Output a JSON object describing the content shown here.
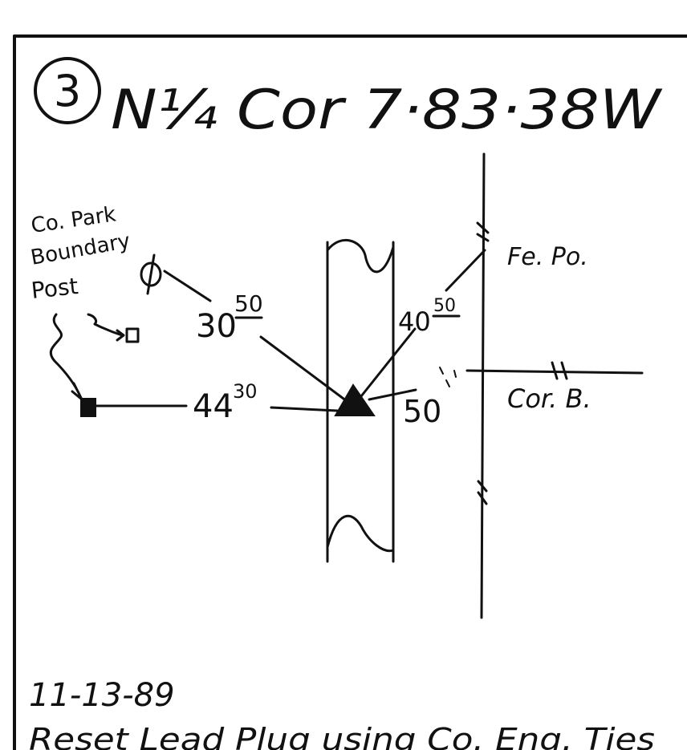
{
  "header": {
    "number": "3",
    "title": "N¼ Cor 7·83·38W"
  },
  "labels": {
    "post": [
      "Co. Park",
      "Boundary",
      "Post"
    ],
    "fence_post": "Fe. Po.",
    "corner_board": "Cor. B."
  },
  "measurements": {
    "m1_whole": "30",
    "m1_frac": "50",
    "m2_whole": "44",
    "m2_frac": "30",
    "m3_whole": "40",
    "m3_frac": "50",
    "m4": "50"
  },
  "footer": {
    "date": "11-13-89",
    "note": "Reset Lead Plug using Co. Eng. Ties"
  }
}
